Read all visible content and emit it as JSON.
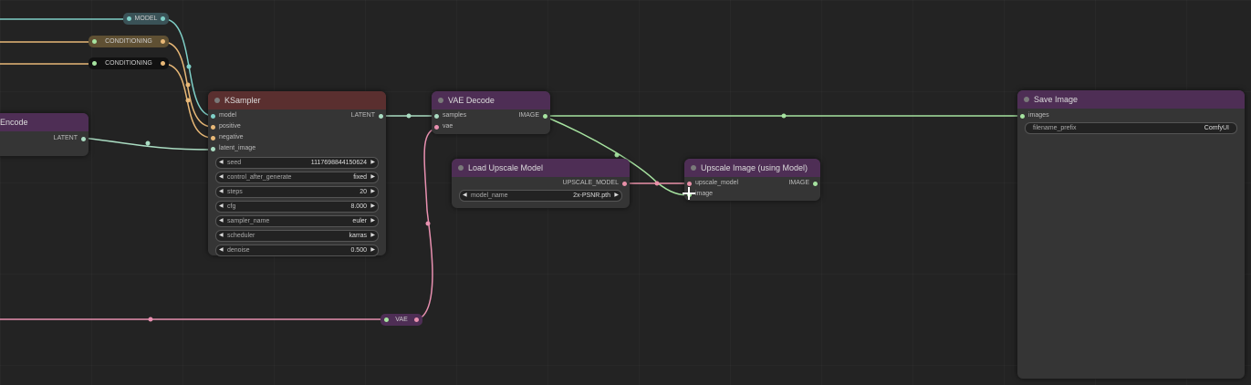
{
  "reroutes": {
    "model": "MODEL",
    "conditioning_1": "CONDITIONING",
    "conditioning_2": "CONDITIONING",
    "vae": "VAE"
  },
  "encode_node": {
    "title": "Encode",
    "output": "LATENT"
  },
  "ksampler": {
    "title": "KSampler",
    "inputs": [
      "model",
      "positive",
      "negative",
      "latent_image"
    ],
    "output": "LATENT",
    "widgets": [
      {
        "label": "seed",
        "value": "1117698844150624"
      },
      {
        "label": "control_after_generate",
        "value": "fixed"
      },
      {
        "label": "steps",
        "value": "20"
      },
      {
        "label": "cfg",
        "value": "8.000"
      },
      {
        "label": "sampler_name",
        "value": "euler"
      },
      {
        "label": "scheduler",
        "value": "karras"
      },
      {
        "label": "denoise",
        "value": "0.500"
      }
    ]
  },
  "vae_decode": {
    "title": "VAE Decode",
    "inputs": [
      "samples",
      "vae"
    ],
    "output": "IMAGE"
  },
  "load_upscale": {
    "title": "Load Upscale Model",
    "output": "UPSCALE_MODEL",
    "widget": {
      "label": "model_name",
      "value": "2x-PSNR.pth"
    }
  },
  "upscale_image": {
    "title": "Upscale Image (using Model)",
    "inputs": [
      "upscale_model",
      "image"
    ],
    "output": "IMAGE"
  },
  "save_image": {
    "title": "Save Image",
    "input": "images",
    "widget": {
      "label": "filename_prefix",
      "value": "ComfyUI"
    }
  },
  "colors": {
    "model": "#7fd0c8",
    "conditioning": "#e8b877",
    "latent": "#aadcc2",
    "image": "#a6e3a0",
    "vae": "#e890b0",
    "upscale_model": "#e890a8",
    "node_title_purple": "#4e2e55",
    "node_title_red": "#5a2f2f"
  }
}
